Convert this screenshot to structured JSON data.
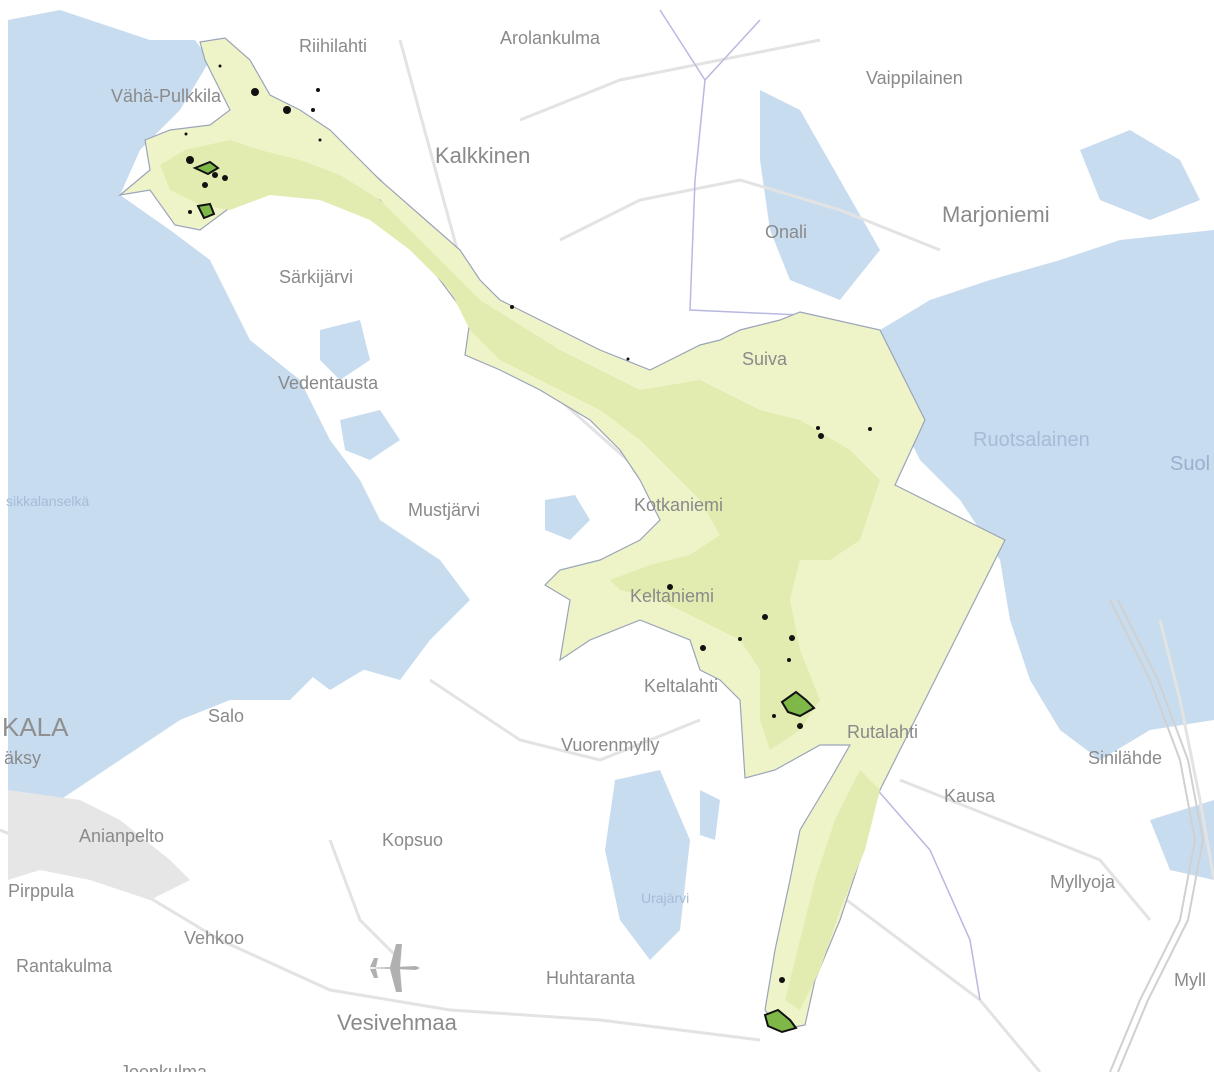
{
  "map": {
    "colors": {
      "water": "#c8dcf0",
      "land": "#ffffff",
      "area_outer": "#eef4c8",
      "area_inner": "#e2ecb0",
      "area_border": "#9aa4b8",
      "feature_fill": "#7fb848",
      "feature_stroke": "#111111",
      "road": "#e3e3e3",
      "boundary": "#b8b8e0",
      "label": "#8a8a8a",
      "water_label": "#a6bbd6"
    },
    "labels": {
      "riihilahti": "Riihilahti",
      "arolankulma": "Arolankulma",
      "vaippilainen": "Vaippilainen",
      "vaha_pulkkila": "Vähä-Pulkkila",
      "kalkkinen": "Kalkkinen",
      "marjoniemi": "Marjoniemi",
      "onali": "Onali",
      "sarkijarvi": "Särkijärvi",
      "suiva": "Suiva",
      "vedentausta": "Vedentausta",
      "ruotsalainen": "Ruotsalainen",
      "suo_partial": "Suol",
      "sikkalanselka": "sikkalanselkä",
      "mustjarvi": "Mustjärvi",
      "kotkaniemi": "Kotkaniemi",
      "keltaniemi": "Keltaniemi",
      "keltalahti": "Keltalahti",
      "kala_partial": "KALA",
      "aksy_partial": "äksy",
      "salo": "Salo",
      "vuorenmylly": "Vuorenmylly",
      "rutalahti": "Rutalahti",
      "sinilahde": "Sinilähde",
      "kausa": "Kausa",
      "anianpelto": "Anianpelto",
      "kopsuo": "Kopsuo",
      "pirppula": "Pirppula",
      "myllyoja": "Myllyoja",
      "urajarvi": "Urajärvi",
      "vehkoo": "Vehkoo",
      "rantakulma": "Rantakulma",
      "huhtaranta": "Huhtaranta",
      "myll_partial": "Myll",
      "vesivehmaa": "Vesivehmaa",
      "joenkulma_partial": "Joenkulma"
    },
    "icons": {
      "airport": "airplane-icon"
    }
  }
}
